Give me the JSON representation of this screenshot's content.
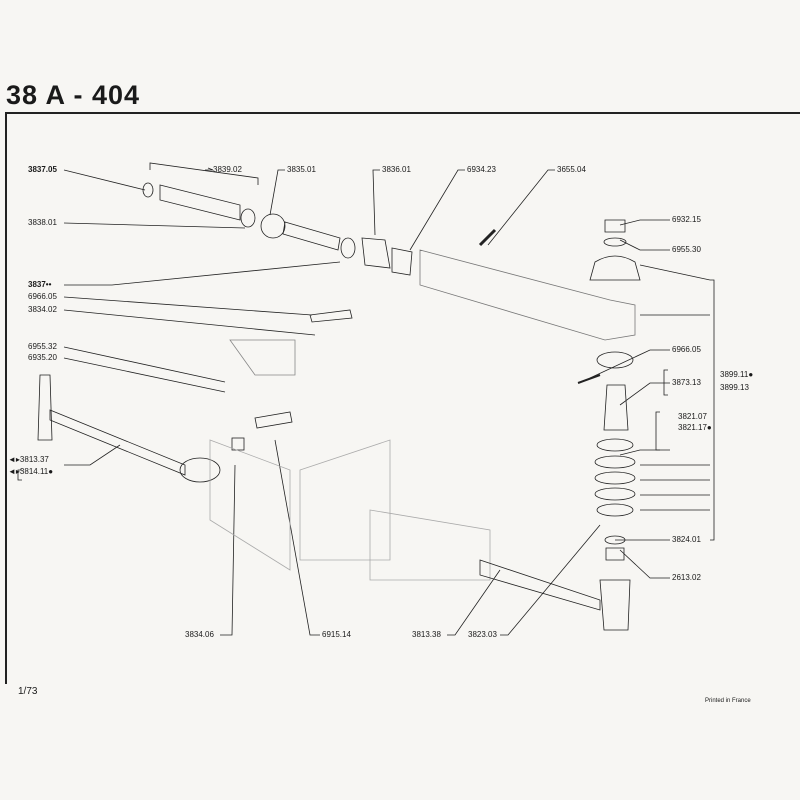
{
  "title": "38 A - 404",
  "footer": {
    "page": "1/73",
    "printed": "Printed in France"
  },
  "labels": {
    "l383705": "3837.05",
    "l383902": "3839.02",
    "l383501": "3835.01",
    "l383601": "3836.01",
    "l693423": "6934.23",
    "l365504": "3655.04",
    "l383801": "3838.01",
    "l3837": "3837••",
    "l696605a": "6966.05",
    "l383402": "3834.02",
    "l695532": "6955.32",
    "l693520": "6935.20",
    "l381337": "◄▸3813.37",
    "l381411": "◄▸3814.11●",
    "l383406": "3834.06",
    "l691514": "6915.14",
    "l381338": "3813.38",
    "l382303": "3823.03",
    "l693215": "6932.15",
    "l695530": "6955.30",
    "l696605b": "6966.05",
    "l387313": "3873.13",
    "l389911": "3899.11●",
    "l389913": "3899.13",
    "l382107": "3821.07",
    "l382117": "3821.17●",
    "l382401": "3824.01",
    "l261302": "2613.02"
  }
}
